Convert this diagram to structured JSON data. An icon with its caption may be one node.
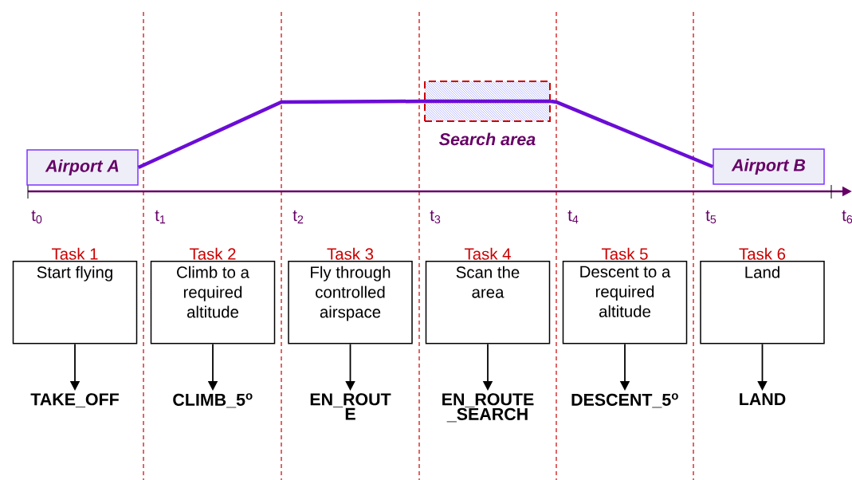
{
  "diagram": {
    "nodes": [
      {
        "text": [
          "Airport A"
        ]
      },
      {
        "text": [
          "Search area"
        ]
      },
      {
        "text": [
          "Airport B"
        ]
      },
      {
        "text": [
          "Task 1",
          "Start flying"
        ]
      },
      {
        "text": [
          "Task 2",
          "Climb to a required altitude"
        ]
      },
      {
        "text": [
          "Task 3",
          "Fly through controlled airspace"
        ]
      },
      {
        "text": [
          "Task 4",
          "Scan the area"
        ]
      },
      {
        "text": [
          "Task 5",
          "Descent to a required altitude"
        ]
      },
      {
        "text": [
          "Task 6",
          "Land"
        ]
      },
      {
        "text": [
          "TAKE_OFF"
        ]
      },
      {
        "text": [
          "CLIMB_5$^{o}$"
        ]
      },
      {
        "text": [
          "EN_ROUT E"
        ]
      },
      {
        "text": [
          "EN_ROUTE _SEARCH"
        ]
      },
      {
        "text": [
          "DESCENT_5$^{o}$"
        ]
      },
      {
        "text": [
          "LAND"
        ]
      }
    ],
    "edges": [
      {
        "from": 0,
        "to": 1,
        "arrow": "none",
        "style": "thick",
        "color": "#6a0dd6"
      },
      {
        "from": 1,
        "to": 2,
        "arrow": "none",
        "style": "thick",
        "color": "#6a0dd6"
      },
      {
        "from": 3,
        "to": 9,
        "arrow": "to"
      },
      {
        "from": 4,
        "to": 10,
        "arrow": "to"
      },
      {
        "from": 5,
        "to": 11,
        "arrow": "to"
      },
      {
        "from": 6,
        "to": 12,
        "arrow": "to"
      },
      {
        "from": 7,
        "to": 13,
        "arrow": "to"
      },
      {
        "from": 8,
        "to": 14,
        "arrow": "to"
      }
    ],
    "labels": [
      "t$_{0}$",
      "t$_{1}$",
      "t$_{2}$",
      "t$_{3}$",
      "t$_{4}$",
      "t$_{5}$",
      "t$_{6}$"
    ]
  }
}
